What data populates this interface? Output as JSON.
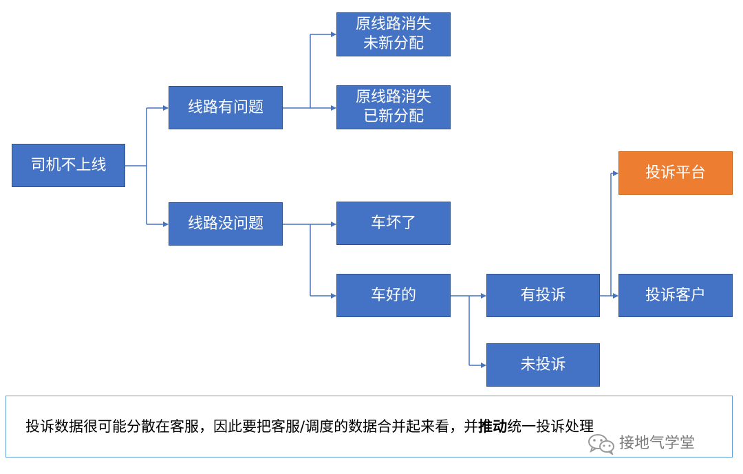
{
  "diagram": {
    "nodes": {
      "root": "司机不上线",
      "route_problem": "线路有问题",
      "route_ok": "线路没问题",
      "lost_unassigned_1": "原线路消失",
      "lost_unassigned_2": "未新分配",
      "lost_assigned_1": "原线路消失",
      "lost_assigned_2": "已新分配",
      "car_broken": "车坏了",
      "car_good": "车好的",
      "has_complaint": "有投诉",
      "no_complaint": "未投诉",
      "complaint_platform": "投诉平台",
      "complaint_customer": "投诉客户"
    },
    "colors": {
      "node": "#4472c4",
      "highlight": "#ed7d31",
      "connector": "#4472c4",
      "note_border": "#5b9bd5"
    }
  },
  "note": {
    "part1": "投诉数据很可能分散在客服，因此要把客服/调度的数据合并起来看，并",
    "bold": "推动",
    "part2": "统一投诉处理"
  },
  "watermark": {
    "text": "接地气学堂",
    "icon": "wechat-icon"
  }
}
